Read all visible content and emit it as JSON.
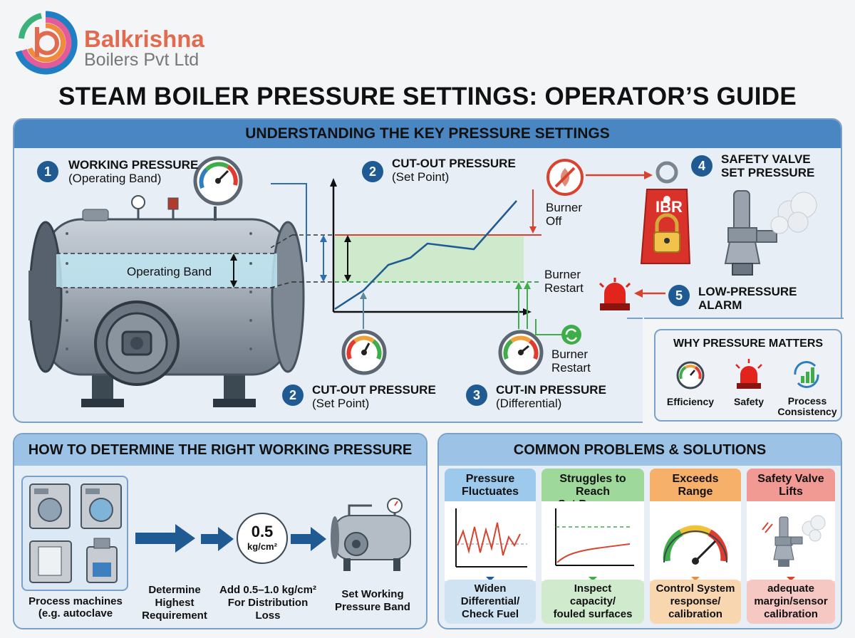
{
  "brand": {
    "name": "Balkrishna",
    "sub": "Boilers Pvt Ltd"
  },
  "title": "STEAM BOILER PRESSURE SETTINGS: OPERATOR’S GUIDE",
  "key_settings": {
    "header": "UNDERSTANDING THE KEY PRESSURE SETTINGS",
    "working": {
      "num": "1",
      "title": "WORKING PRESSURE",
      "sub": "(Operating Band)"
    },
    "operating_band": "Operating Band",
    "cutout_top": {
      "num": "2",
      "title": "CUT-OUT PRESSURE",
      "sub": "(Set Point)"
    },
    "cutout_bottom": {
      "num": "2",
      "title": "CUT-OUT PRESSURE",
      "sub": "(Set Point)"
    },
    "cutin": {
      "num": "3",
      "title": "CUT-IN PRESSURE",
      "sub": "(Differential)"
    },
    "burner_off": [
      "Burner",
      "Off"
    ],
    "burner_restart": [
      "Burner",
      "Restart"
    ],
    "burner_restart2": [
      "Burner",
      "Restart"
    ],
    "safety_valve": {
      "num": "4",
      "line1": "SAFETY VALVE",
      "line2": "SET PRESSURE"
    },
    "ibr": "IBR",
    "alarm": {
      "num": "5",
      "line1": "LOW-PRESSURE",
      "line2": "ALARM"
    }
  },
  "why": {
    "title": "WHY PRESSURE MATTERS",
    "items": [
      {
        "label": "Efficiency",
        "icon": "gauge-icon"
      },
      {
        "label": "Safety",
        "icon": "alarm-light-icon"
      },
      {
        "label": "Process\nConsistency",
        "icon": "cycle-chart-icon"
      }
    ]
  },
  "determine": {
    "header": "HOW TO DETERMINE THE RIGHT WORKING PRESSURE",
    "machines_label": [
      "Process machines",
      "(e.g. autoclave"
    ],
    "step1": [
      "Determine",
      "Highest",
      "Requirement"
    ],
    "circle_value": "0.5",
    "circle_unit": "kg/cm²",
    "step2": [
      "Add 0.5–1.0 kg/cm²",
      "For Distribution",
      "Loss"
    ],
    "step3": [
      "Set Working",
      "Pressure Band"
    ]
  },
  "problems": {
    "header": "COMMON PROBLEMS & SOLUTIONS",
    "cards": [
      {
        "title": [
          "Pressure",
          "Fluctuates"
        ],
        "solution": [
          "Widen",
          "Differential/",
          "Check Fuel"
        ],
        "head_color": "#9cc9ec",
        "foot_color": "#cfe3f3"
      },
      {
        "title": [
          "Struggles to Reach",
          "Set Pressure"
        ],
        "solution": [
          "Inspect",
          "capacity/",
          "fouled surfaces"
        ],
        "head_color": "#9ed89b",
        "foot_color": "#cfeacc"
      },
      {
        "title": [
          "Exceeds",
          "Range"
        ],
        "solution": [
          "Control System",
          "response/",
          "calibration"
        ],
        "head_color": "#f6b06a",
        "foot_color": "#f8d6b0"
      },
      {
        "title": [
          "Safety Valve",
          "Lifts"
        ],
        "solution": [
          "adequate",
          "margin/sensor",
          "calibration"
        ],
        "head_color": "#f19a94",
        "foot_color": "#f6c8c4"
      }
    ]
  }
}
